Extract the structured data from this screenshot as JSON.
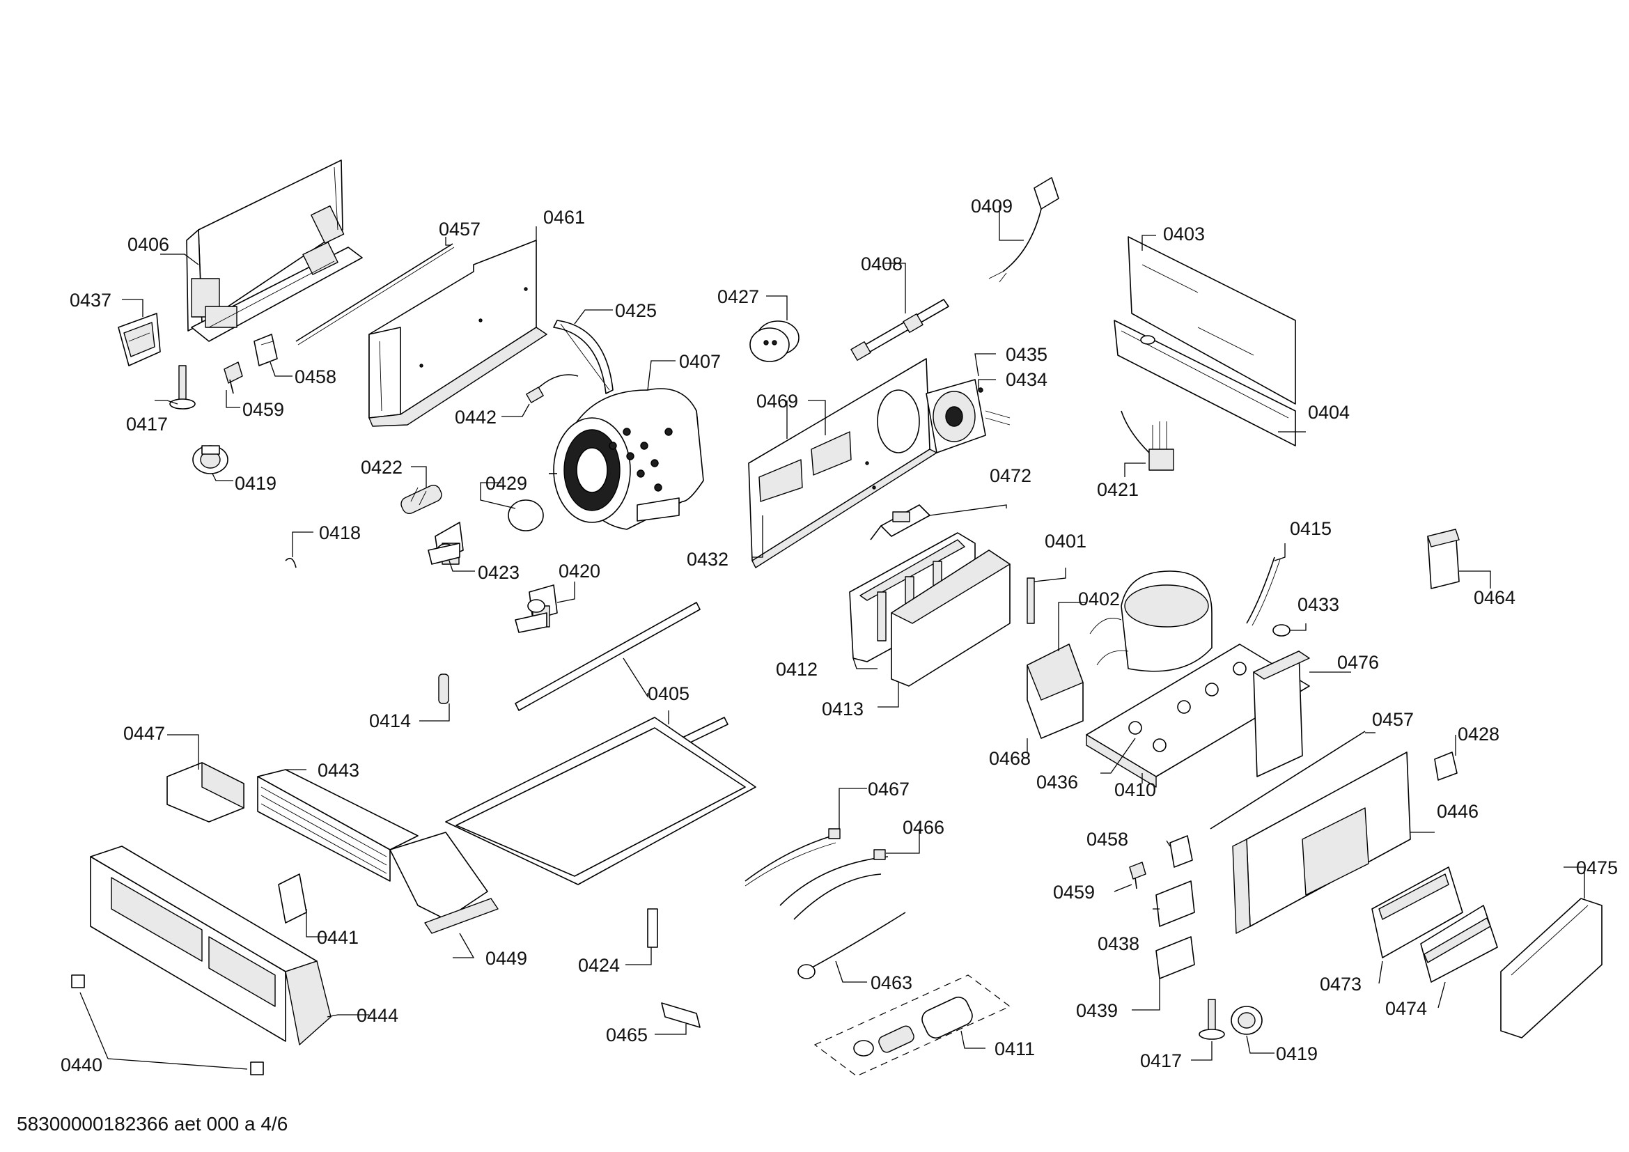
{
  "diagram": {
    "footer": "58300000182366 aet 000 a 4/6",
    "labels": {
      "l0406": "0406",
      "l0437": "0437",
      "l0417a": "0417",
      "l0459a": "0459",
      "l0458a": "0458",
      "l0419a": "0419",
      "l0457a": "0457",
      "l0461": "0461",
      "l0425": "0425",
      "l0442": "0442",
      "l0407": "0407",
      "l0422": "0422",
      "l0429": "0429",
      "l0418": "0418",
      "l0423": "0423",
      "l0420": "0420",
      "l0427": "0427",
      "l0408": "0408",
      "l0409": "0409",
      "l0469": "0469",
      "l0435": "0435",
      "l0434": "0434",
      "l0432": "0432",
      "l0472": "0472",
      "l0403": "0403",
      "l0404": "0404",
      "l0421": "0421",
      "l0401": "0401",
      "l0402": "0402",
      "l0415": "0415",
      "l0433": "0433",
      "l0464": "0464",
      "l0412": "0412",
      "l0413": "0413",
      "l0476": "0476",
      "l0468": "0468",
      "l0436": "0436",
      "l0410": "0410",
      "l0457b": "0457",
      "l0428": "0428",
      "l0446": "0446",
      "l0414": "0414",
      "l0405": "0405",
      "l0447": "0447",
      "l0443": "0443",
      "l0467": "0467",
      "l0466": "0466",
      "l0458b": "0458",
      "l0459b": "0459",
      "l0438": "0438",
      "l0475": "0475",
      "l0441": "0441",
      "l0449": "0449",
      "l0424": "0424",
      "l0463": "0463",
      "l0473": "0473",
      "l0474": "0474",
      "l0439": "0439",
      "l0444": "0444",
      "l0440": "0440",
      "l0465": "0465",
      "l0411": "0411",
      "l0417b": "0417",
      "l0419b": "0419"
    }
  }
}
